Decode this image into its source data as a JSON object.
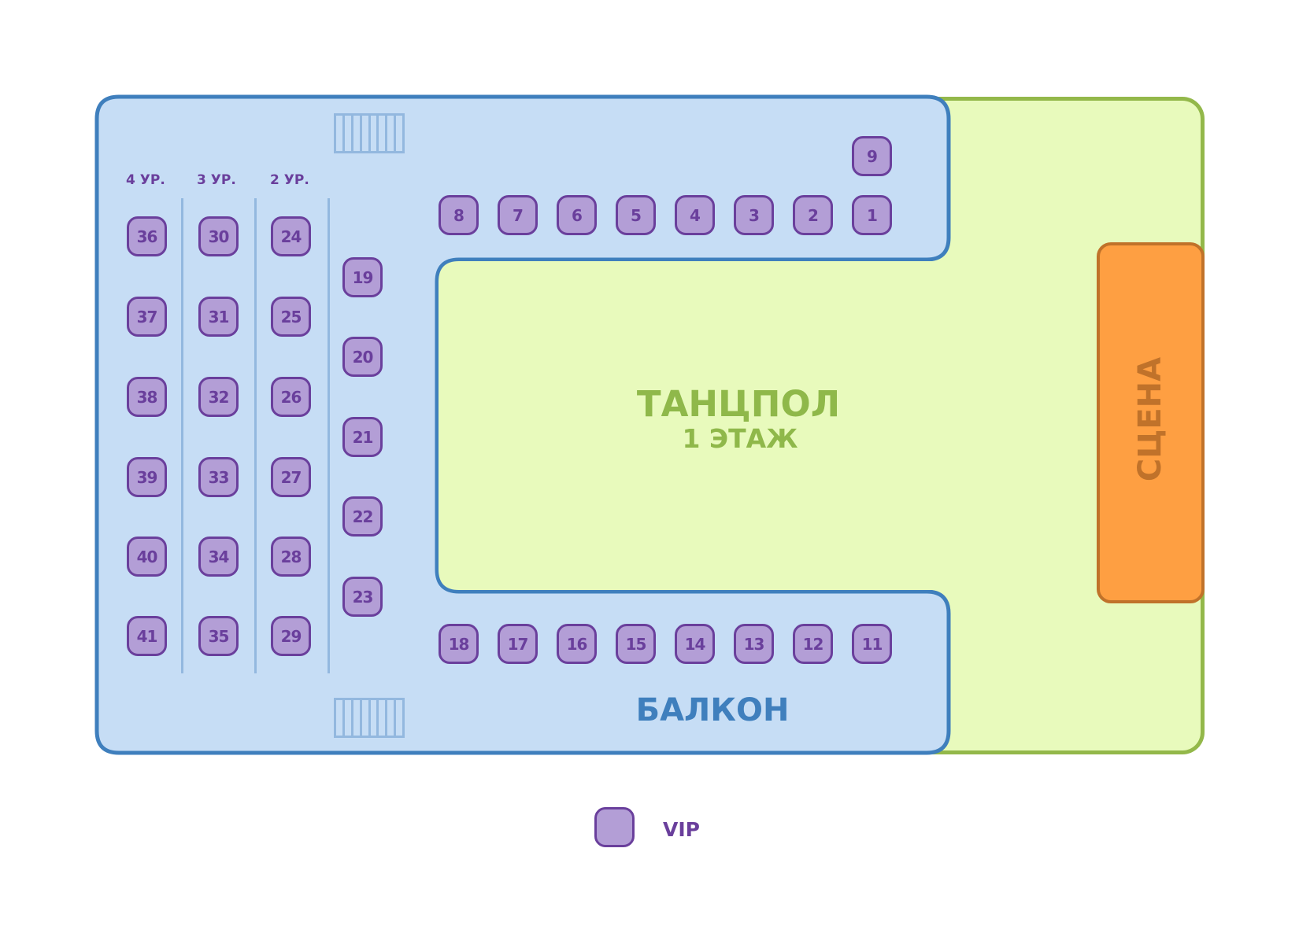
{
  "colors": {
    "dancefloor_fill": "#e8fabc",
    "dancefloor_stroke": "#93b84a",
    "balcony_fill": "#c6ddf5",
    "balcony_stroke": "#3f7fbd",
    "stage_fill": "#fe9f42",
    "stage_stroke": "#c0722a",
    "vip_fill": "#b39ed6",
    "vip_stroke": "#6a3f9c"
  },
  "zones": {
    "dancefloor": {
      "title": "ТАНЦПОЛ",
      "subtitle": "1 ЭТАЖ"
    },
    "balcony": {
      "title": "БАЛКОН"
    },
    "stage": {
      "title": "СЦЕНА"
    }
  },
  "tiers": [
    {
      "label": "4 УР.",
      "seats": [
        "36",
        "37",
        "38",
        "39",
        "40",
        "41"
      ]
    },
    {
      "label": "3 УР.",
      "seats": [
        "30",
        "31",
        "32",
        "33",
        "34",
        "35"
      ]
    },
    {
      "label": "2 УР.",
      "seats": [
        "24",
        "25",
        "26",
        "27",
        "28",
        "29"
      ]
    }
  ],
  "column_19_23": [
    "19",
    "20",
    "21",
    "22",
    "23"
  ],
  "top_row": [
    "8",
    "7",
    "6",
    "5",
    "4",
    "3",
    "2",
    "1"
  ],
  "top_extra": "9",
  "bottom_row": [
    "18",
    "17",
    "16",
    "15",
    "14",
    "13",
    "12",
    "11"
  ],
  "legend": {
    "label": "VIP"
  }
}
